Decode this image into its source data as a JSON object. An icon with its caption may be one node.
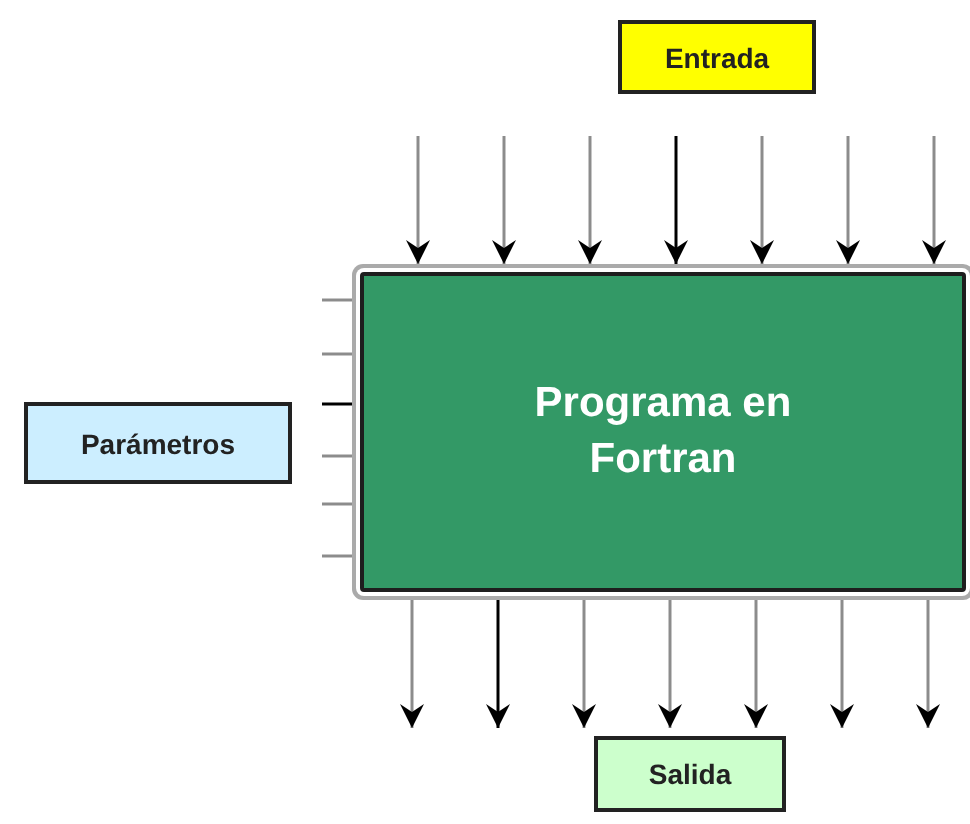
{
  "diagram": {
    "nodes": [
      {
        "text": [
          "Entrada"
        ]
      },
      {
        "text": [
          "Parámetros"
        ]
      },
      {
        "text": [
          "Programa en Fortran"
        ]
      },
      {
        "text": [
          "Salida"
        ]
      }
    ],
    "edges": [
      {
        "from": null,
        "to": 2,
        "arrow": "to"
      },
      {
        "from": null,
        "to": 2,
        "arrow": "to"
      },
      {
        "from": null,
        "to": 2,
        "arrow": "to"
      },
      {
        "from": null,
        "to": 2,
        "arrow": "to",
        "color": "#000000"
      },
      {
        "from": null,
        "to": 2,
        "arrow": "to"
      },
      {
        "from": null,
        "to": 2,
        "arrow": "to"
      },
      {
        "from": null,
        "to": 2,
        "arrow": "to"
      },
      {
        "from": null,
        "to": 2,
        "arrow": "none"
      },
      {
        "from": null,
        "to": 2,
        "arrow": "none"
      },
      {
        "from": null,
        "to": 2,
        "arrow": "none",
        "color": "#000000"
      },
      {
        "from": null,
        "to": 2,
        "arrow": "none"
      },
      {
        "from": null,
        "to": 2,
        "arrow": "none"
      },
      {
        "from": null,
        "to": 2,
        "arrow": "none"
      },
      {
        "from": 2,
        "to": null,
        "arrow": "to"
      },
      {
        "from": 2,
        "to": null,
        "arrow": "to",
        "color": "#000000"
      },
      {
        "from": 2,
        "to": 3,
        "arrow": "to"
      },
      {
        "from": 2,
        "to": 3,
        "arrow": "to"
      },
      {
        "from": 2,
        "to": 3,
        "arrow": "to"
      },
      {
        "from": 2,
        "to": null,
        "arrow": "to"
      },
      {
        "from": 2,
        "to": null,
        "arrow": "to"
      }
    ]
  }
}
